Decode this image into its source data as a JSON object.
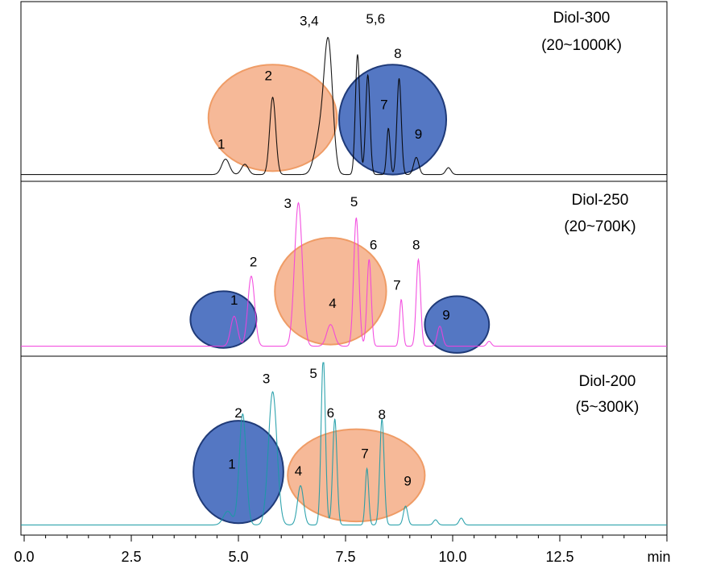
{
  "chart_data": {
    "type": "line",
    "xlabel": "",
    "x_unit_label": "min",
    "xlim": [
      0,
      15
    ],
    "x_ticks": [
      0,
      2.5,
      5,
      7.5,
      10,
      12.5
    ],
    "x_tick_labels": [
      "0.0",
      "2.5",
      "5.0",
      "7.5",
      "10.0",
      "12.5"
    ],
    "ylabel": "",
    "grid": false,
    "legend": "none",
    "panels": [
      {
        "name": "Diol-300",
        "range_label": "(20~1000K)",
        "color": "#000000",
        "baseline": 0.03,
        "peaks": [
          {
            "x": 4.7,
            "h": 0.09,
            "w": 0.09
          },
          {
            "x": 5.15,
            "h": 0.06,
            "w": 0.08
          },
          {
            "x": 5.8,
            "h": 0.45,
            "w": 0.07
          },
          {
            "x": 7.1,
            "h": 0.74,
            "w": 0.1
          },
          {
            "x": 6.9,
            "h": 0.22,
            "w": 0.12
          },
          {
            "x": 7.78,
            "h": 0.7,
            "w": 0.05
          },
          {
            "x": 8.02,
            "h": 0.58,
            "w": 0.05
          },
          {
            "x": 8.5,
            "h": 0.27,
            "w": 0.04
          },
          {
            "x": 8.75,
            "h": 0.56,
            "w": 0.05
          },
          {
            "x": 9.15,
            "h": 0.1,
            "w": 0.06
          },
          {
            "x": 9.9,
            "h": 0.04,
            "w": 0.06
          }
        ],
        "peak_labels": [
          {
            "label": "1",
            "x": 4.6,
            "y": 0.18
          },
          {
            "label": "2",
            "x": 5.7,
            "y": 0.58
          },
          {
            "label": "3,4",
            "x": 6.65,
            "y": 0.9
          },
          {
            "label": "5,6",
            "x": 8.2,
            "y": 0.91
          },
          {
            "label": "7",
            "x": 8.4,
            "y": 0.41
          },
          {
            "label": "8",
            "x": 8.72,
            "y": 0.71
          },
          {
            "label": "9",
            "x": 9.2,
            "y": 0.24
          }
        ],
        "ellipses": [
          {
            "color": "orange",
            "cx": 5.8,
            "cy": 0.36,
            "rx": 1.5,
            "ry": 0.31
          },
          {
            "color": "blue",
            "cx": 8.6,
            "cy": 0.35,
            "rx": 1.25,
            "ry": 0.32
          }
        ]
      },
      {
        "name": "Diol-250",
        "range_label": "(20~700K)",
        "color": "#f23fdd",
        "baseline": 0.05,
        "peaks": [
          {
            "x": 4.9,
            "h": 0.18,
            "w": 0.08
          },
          {
            "x": 5.3,
            "h": 0.42,
            "w": 0.08
          },
          {
            "x": 6.4,
            "h": 0.86,
            "w": 0.09
          },
          {
            "x": 7.15,
            "h": 0.13,
            "w": 0.09
          },
          {
            "x": 7.75,
            "h": 0.77,
            "w": 0.06
          },
          {
            "x": 8.05,
            "h": 0.52,
            "w": 0.05
          },
          {
            "x": 8.8,
            "h": 0.28,
            "w": 0.04
          },
          {
            "x": 9.2,
            "h": 0.52,
            "w": 0.05
          },
          {
            "x": 9.7,
            "h": 0.12,
            "w": 0.06
          },
          {
            "x": 10.85,
            "h": 0.03,
            "w": 0.05
          }
        ],
        "peak_labels": [
          {
            "label": "1",
            "x": 4.9,
            "y": 0.3
          },
          {
            "label": "2",
            "x": 5.35,
            "y": 0.53
          },
          {
            "label": "3",
            "x": 6.15,
            "y": 0.88
          },
          {
            "label": "4",
            "x": 7.2,
            "y": 0.28
          },
          {
            "label": "5",
            "x": 7.7,
            "y": 0.89
          },
          {
            "label": "6",
            "x": 8.15,
            "y": 0.63
          },
          {
            "label": "7",
            "x": 8.7,
            "y": 0.39
          },
          {
            "label": "8",
            "x": 9.15,
            "y": 0.63
          },
          {
            "label": "9",
            "x": 9.85,
            "y": 0.21
          }
        ],
        "ellipses": [
          {
            "color": "blue",
            "cx": 4.65,
            "cy": 0.21,
            "rx": 0.77,
            "ry": 0.17
          },
          {
            "color": "orange",
            "cx": 7.15,
            "cy": 0.38,
            "rx": 1.3,
            "ry": 0.32
          },
          {
            "color": "blue",
            "cx": 10.1,
            "cy": 0.18,
            "rx": 0.75,
            "ry": 0.17
          }
        ]
      },
      {
        "name": "Diol-200",
        "range_label": "(5~300K)",
        "color": "#1a9aa5",
        "baseline": 0.05,
        "peaks": [
          {
            "x": 4.75,
            "h": 0.08,
            "w": 0.1
          },
          {
            "x": 5.1,
            "h": 0.65,
            "w": 0.08
          },
          {
            "x": 5.8,
            "h": 0.78,
            "w": 0.1
          },
          {
            "x": 6.45,
            "h": 0.23,
            "w": 0.07
          },
          {
            "x": 6.98,
            "h": 0.98,
            "w": 0.05
          },
          {
            "x": 7.25,
            "h": 0.62,
            "w": 0.05
          },
          {
            "x": 8.0,
            "h": 0.33,
            "w": 0.04
          },
          {
            "x": 8.35,
            "h": 0.62,
            "w": 0.05
          },
          {
            "x": 8.9,
            "h": 0.11,
            "w": 0.05
          },
          {
            "x": 9.6,
            "h": 0.03,
            "w": 0.05
          },
          {
            "x": 10.2,
            "h": 0.04,
            "w": 0.05
          }
        ],
        "peak_labels": [
          {
            "label": "1",
            "x": 4.85,
            "y": 0.38
          },
          {
            "label": "2",
            "x": 5.0,
            "y": 0.68
          },
          {
            "label": "3",
            "x": 5.65,
            "y": 0.88
          },
          {
            "label": "4",
            "x": 6.4,
            "y": 0.34
          },
          {
            "label": "5",
            "x": 6.75,
            "y": 0.91
          },
          {
            "label": "6",
            "x": 7.15,
            "y": 0.68
          },
          {
            "label": "7",
            "x": 7.95,
            "y": 0.44
          },
          {
            "label": "8",
            "x": 8.35,
            "y": 0.67
          },
          {
            "label": "9",
            "x": 8.95,
            "y": 0.28
          }
        ],
        "ellipses": [
          {
            "color": "blue",
            "cx": 5.0,
            "cy": 0.36,
            "rx": 1.05,
            "ry": 0.3
          },
          {
            "color": "orange",
            "cx": 7.75,
            "cy": 0.34,
            "rx": 1.6,
            "ry": 0.27
          }
        ]
      }
    ]
  },
  "colors": {
    "orange_fill": "#f4ad86",
    "orange_stroke": "#ef9c66",
    "blue_fill": "#4b70c0",
    "blue_stroke": "#1f3a78"
  }
}
